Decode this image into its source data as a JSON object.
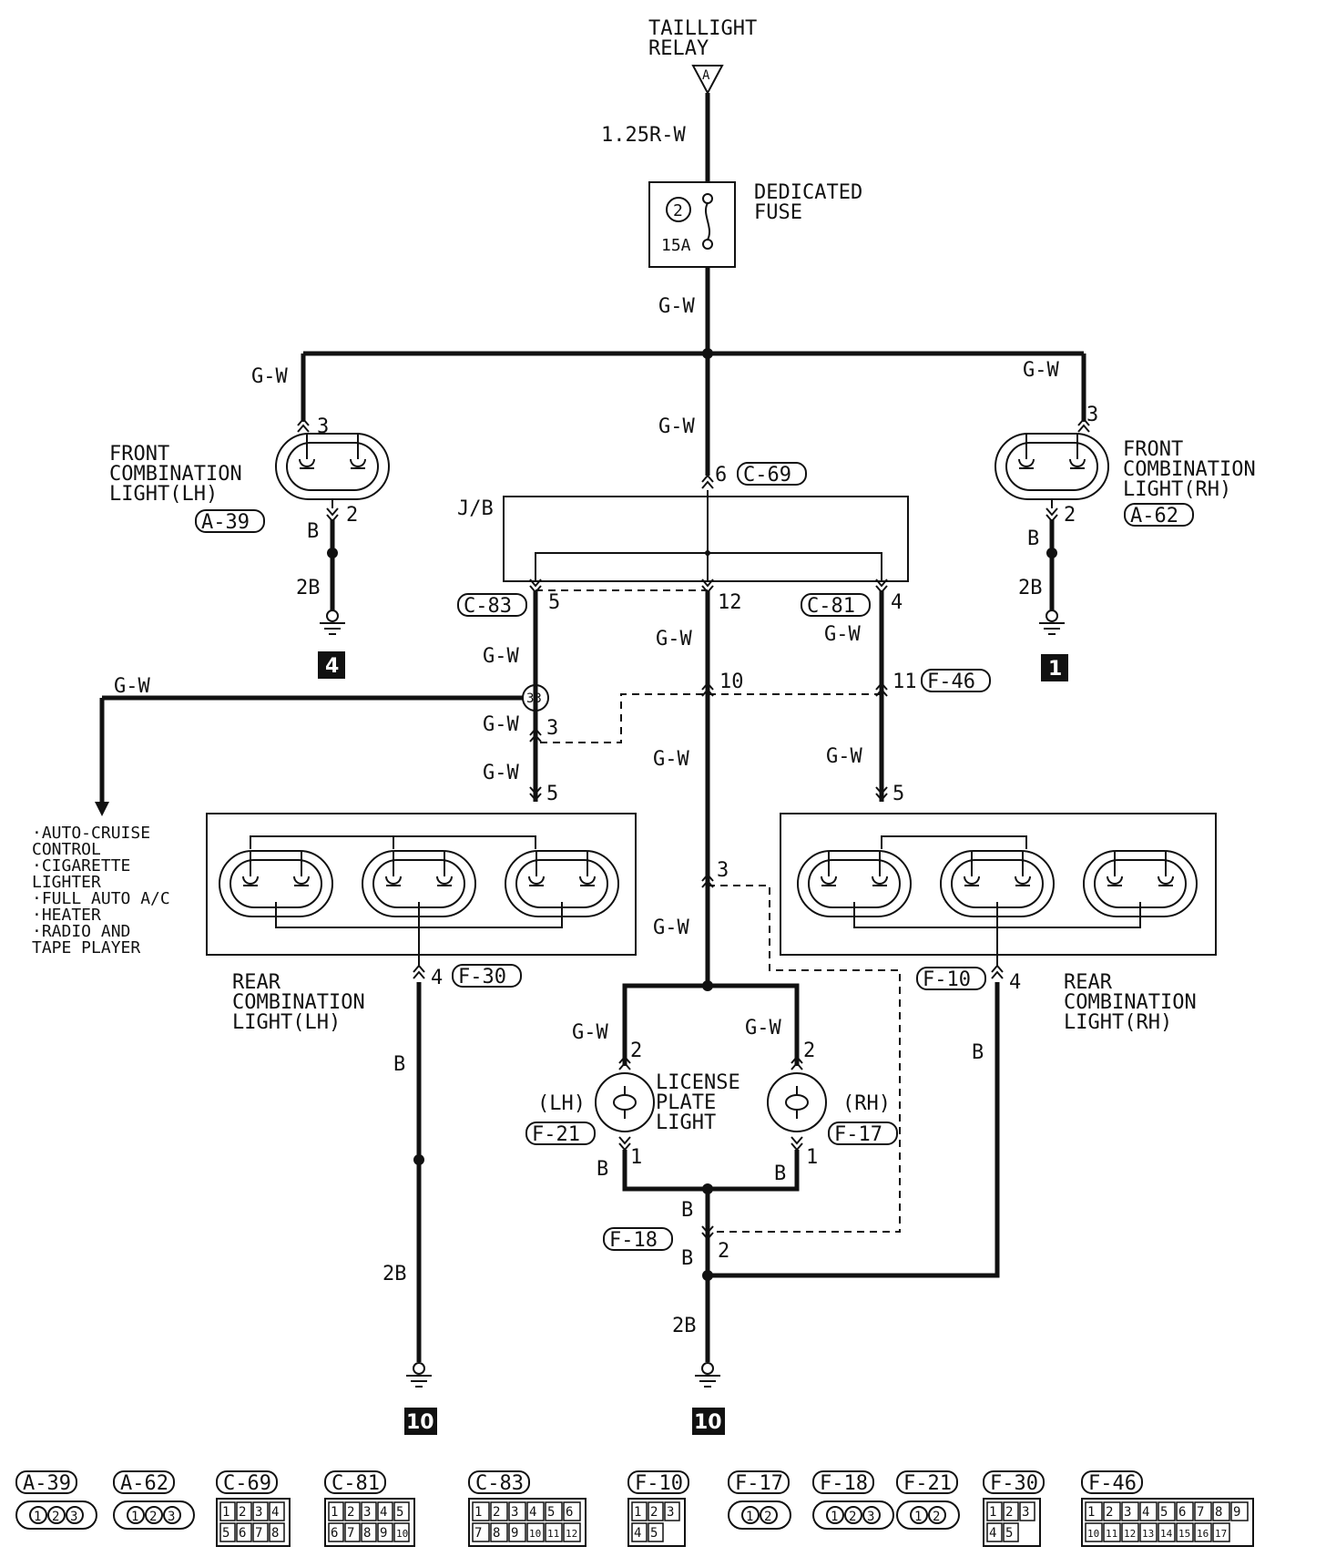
{
  "source": {
    "title_line1": "TAILLIGHT",
    "title_line2": "RELAY",
    "terminal": "A",
    "wire": "1.25R-W"
  },
  "fuse": {
    "number": "2",
    "rating": "15A",
    "label_line1": "DEDICATED",
    "label_line2": "FUSE"
  },
  "wires": {
    "gw": "G-W",
    "b": "B",
    "b2": "2B"
  },
  "front_lh": {
    "label": [
      "FRONT",
      "COMBINATION",
      "LIGHT(LH)"
    ],
    "connector": "A-39",
    "pin_in": "3",
    "pin_out": "2",
    "ground": "4"
  },
  "front_rh": {
    "label": [
      "FRONT",
      "COMBINATION",
      "LIGHT(RH)"
    ],
    "connector": "A-62",
    "pin_in": "3",
    "pin_out": "2",
    "ground": "1"
  },
  "jb": {
    "label": "J/B",
    "in_pin": "6",
    "in_connector": "C-69",
    "pin_left": "5",
    "conn_left": "C-83",
    "pin_mid": "12",
    "pin_right": "4",
    "conn_right": "C-81"
  },
  "splice": {
    "number": "33"
  },
  "mid": {
    "pin_10": "10",
    "pin_11": "11",
    "conn_f46": "F-46",
    "pin_3a": "3",
    "pin_5l": "5",
    "pin_5r": "5",
    "pin_3b": "3"
  },
  "branch": {
    "items": [
      "·AUTO-CRUISE",
      " CONTROL",
      "·CIGARETTE",
      " LIGHTER",
      "·FULL AUTO A/C",
      "·HEATER",
      "·RADIO AND",
      " TAPE PLAYER"
    ]
  },
  "rear_lh": {
    "label": [
      "REAR",
      "COMBINATION",
      "LIGHT(LH)"
    ],
    "pin": "4",
    "connector": "F-30",
    "ground": "10"
  },
  "rear_rh": {
    "label": [
      "REAR",
      "COMBINATION",
      "LIGHT(RH)"
    ],
    "pin": "4",
    "connector": "F-10"
  },
  "license": {
    "label": [
      "LICENSE",
      "PLATE",
      "LIGHT"
    ],
    "lh": "(LH)",
    "rh": "(RH)",
    "conn_lh": "F-21",
    "conn_rh": "F-17",
    "pin_top": "2",
    "pin_bot": "1",
    "conn_f18": "F-18",
    "pin_f18": "2",
    "ground": "10"
  },
  "legend": [
    {
      "id": "A-39",
      "pins": [
        "1",
        "2",
        "3"
      ]
    },
    {
      "id": "A-62",
      "pins": [
        "1",
        "2",
        "3"
      ]
    },
    {
      "id": "C-69",
      "pins": [
        "1",
        "2",
        "3",
        "4",
        "5",
        "6",
        "7",
        "8"
      ]
    },
    {
      "id": "C-81",
      "pins": [
        "1",
        "2",
        "3",
        "4",
        "5",
        "6",
        "7",
        "8",
        "9",
        "10"
      ]
    },
    {
      "id": "C-83",
      "pins": [
        "1",
        "2",
        "3",
        "4",
        "5",
        "6",
        "7",
        "8",
        "9",
        "10",
        "11",
        "12"
      ]
    },
    {
      "id": "F-10",
      "pins": [
        "1",
        "2",
        "3",
        "4",
        "5"
      ]
    },
    {
      "id": "F-17",
      "pins": [
        "1",
        "2"
      ]
    },
    {
      "id": "F-18",
      "pins": [
        "1",
        "2",
        "3"
      ]
    },
    {
      "id": "F-21",
      "pins": [
        "1",
        "2"
      ]
    },
    {
      "id": "F-30",
      "pins": [
        "1",
        "2",
        "3",
        "4",
        "5"
      ]
    },
    {
      "id": "F-46",
      "pins": [
        "1",
        "2",
        "3",
        "4",
        "5",
        "6",
        "7",
        "8",
        "9",
        "10",
        "11",
        "12",
        "13",
        "14",
        "15",
        "16",
        "17"
      ]
    }
  ]
}
